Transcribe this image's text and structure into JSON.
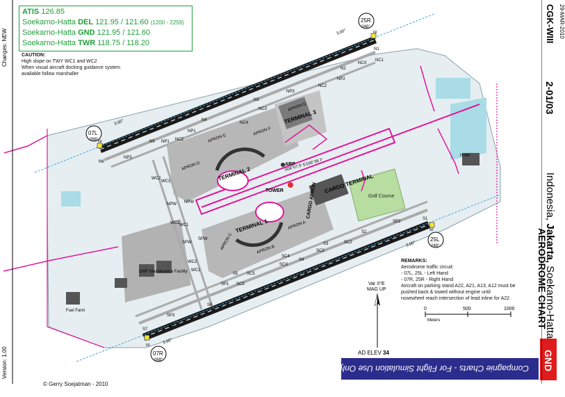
{
  "frequencies": {
    "atis": {
      "label": "ATIS",
      "value": "126.85"
    },
    "del": {
      "prefix": "Soekarno-Hatta",
      "label": "DEL",
      "value": "121.95 / 121.60",
      "note": "(1200 - 2259)"
    },
    "gnd": {
      "prefix": "Soekarno-Hatta",
      "label": "GND",
      "value": "121.95 / 121.60"
    },
    "twr": {
      "prefix": "Soekarno-Hatta",
      "label": "TWR",
      "value": "118.75 / 118.20"
    }
  },
  "caution": {
    "title": "CAUTION:",
    "lines": [
      "High slope on TWY WC1 and WC2",
      "When visual aircraft docking guidance system",
      "available follow marshaller"
    ]
  },
  "margin": {
    "date": "29-MAR-2010",
    "chart_id": "CGK-WIII",
    "page": "2-01/03",
    "location_prefix": "Indonesia,",
    "city": "Jakarta,",
    "airport": "Soekarno-Hatta Intl.",
    "chart_title": "AERODROME CHART",
    "gnd_label": "GND",
    "changes": "Changes: NEW",
    "version": "Version: 1.00"
  },
  "banner": {
    "text": "Compagnie Charts - For Flight Simulation Use Only"
  },
  "copyright": "© Gerry Soejatman - 2010",
  "remarks": {
    "title": "REMARKS:",
    "lines": [
      "Aerodrome traffic circuit:",
      "- 07L, 25L - Left Hand",
      "- 07R, 25R - Right Hand",
      "Aircraft on parking stand A22, A21, A13, A12 must be",
      "pushed back & towed without engine until",
      "nosewheel reach intersection of lead inline for A22."
    ]
  },
  "variation": {
    "line1": "Var 0°E",
    "line2": "MAG UP"
  },
  "elevation": {
    "label": "AD ELEV",
    "value": "34"
  },
  "scale": {
    "ticks": [
      "0",
      "500",
      "1000"
    ],
    "unit": "Meters"
  },
  "runways": {
    "r07l": {
      "id": "07L",
      "hdg": "068°"
    },
    "r25r": {
      "id": "25R",
      "hdg": "248°"
    },
    "r25l": {
      "id": "25L",
      "hdg": "248°"
    },
    "r07r": {
      "id": "07R",
      "hdg": "068°"
    },
    "displaced": "3.00°",
    "lighting": "60"
  },
  "buildings": {
    "terminal1": "TERMINAL 1",
    "terminal2": "TERMINAL 2",
    "terminal3": "TERMINAL 3",
    "cargo_terminal": "CARGO TERMINAL",
    "cargo_apron": "CARGO APRON",
    "tower": "TOWER",
    "golf": "Golf Course",
    "gmf": "GMF Maintenance Facility",
    "fuel": "Fuel Farm",
    "hotel": "Hotel",
    "arp": "ARP",
    "arp_coords": "S06°07.5' E106°39.7'"
  },
  "aprons": {
    "a": "APRON A",
    "b": "APRON B",
    "c": "APRON C",
    "d": "APRON D",
    "e": "APRON E",
    "f": "APRON F",
    "g": "APRON G"
  },
  "taxiways": [
    "N1",
    "NCX",
    "NC1",
    "N2",
    "NC2",
    "NP2",
    "NP3",
    "N3",
    "NC3",
    "N4",
    "NC4",
    "N5",
    "NP1",
    "NCZ",
    "NP1",
    "N6",
    "NP3",
    "WC2",
    "WC1",
    "NPW",
    "NPW",
    "WC1",
    "WC2",
    "SPW",
    "SPW",
    "WC1",
    "WC2",
    "S1",
    "SP2",
    "S2",
    "SC2",
    "S3",
    "SC3",
    "S4",
    "SC4",
    "SCX",
    "S5",
    "SC5",
    "SP1",
    "SC5",
    "S6",
    "SP3",
    "S7",
    "SP3"
  ]
}
